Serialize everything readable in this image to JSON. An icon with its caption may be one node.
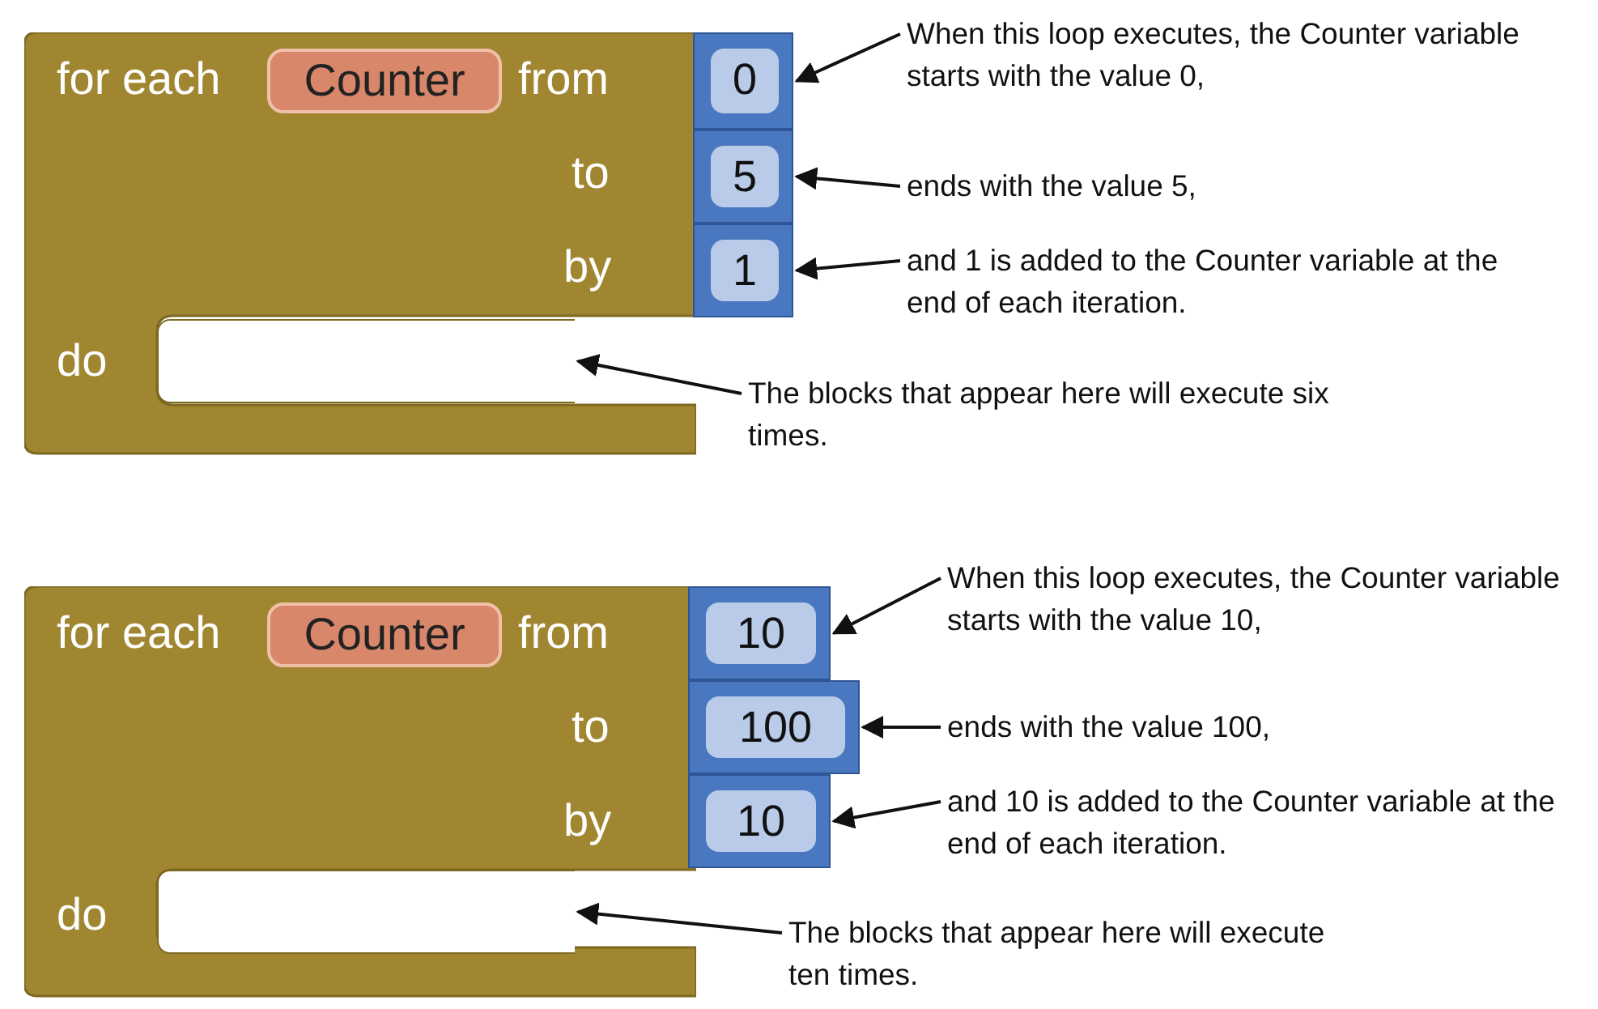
{
  "diagram": {
    "nodes": [
      {
        "text": [
          "for each",
          "from",
          "to",
          "by",
          "do"
        ]
      },
      {
        "text": [
          "Counter"
        ],
        "in": 0
      },
      {
        "text": [
          "0"
        ]
      },
      {
        "text": [
          "When this loop executes, the Counter variable starts with the value 0,"
        ]
      },
      {
        "text": [
          "5"
        ]
      },
      {
        "text": [
          "ends with the value 5,"
        ]
      },
      {
        "text": [
          "1"
        ]
      },
      {
        "text": [
          "and 1 is added to the Counter variable at the end of each iteration."
        ]
      },
      {
        "text": [],
        "shape": "box",
        "in": 0
      },
      {
        "text": [
          "The blocks that appear here will execute six times."
        ]
      },
      {
        "text": [
          "for each",
          "from",
          "to",
          "by",
          "do"
        ]
      },
      {
        "text": [
          "Counter"
        ],
        "in": 10
      },
      {
        "text": [
          "10"
        ]
      },
      {
        "text": [
          "When this loop executes, the Counter variable starts with the value 10,"
        ]
      },
      {
        "text": [
          "100"
        ]
      },
      {
        "text": [
          "ends with the value 100,"
        ]
      },
      {
        "text": [
          "10"
        ]
      },
      {
        "text": [
          "and 10 is added to the Counter variable at the end of each iteration."
        ]
      },
      {
        "text": [],
        "shape": "box",
        "in": 10
      },
      {
        "text": [
          "The blocks that appear here will execute ten times."
        ]
      }
    ],
    "edges": [
      {
        "from": 3,
        "to": 2,
        "arrow": "to"
      },
      {
        "from": 5,
        "to": 4,
        "arrow": "to"
      },
      {
        "from": 7,
        "to": 6,
        "arrow": "to"
      },
      {
        "from": 9,
        "to": 8,
        "arrow": "to"
      },
      {
        "from": 13,
        "to": 12,
        "arrow": "to"
      },
      {
        "from": 15,
        "to": 14,
        "arrow": "to"
      },
      {
        "from": 17,
        "to": 16,
        "arrow": "to"
      },
      {
        "from": 19,
        "to": 18,
        "arrow": "to"
      }
    ]
  }
}
